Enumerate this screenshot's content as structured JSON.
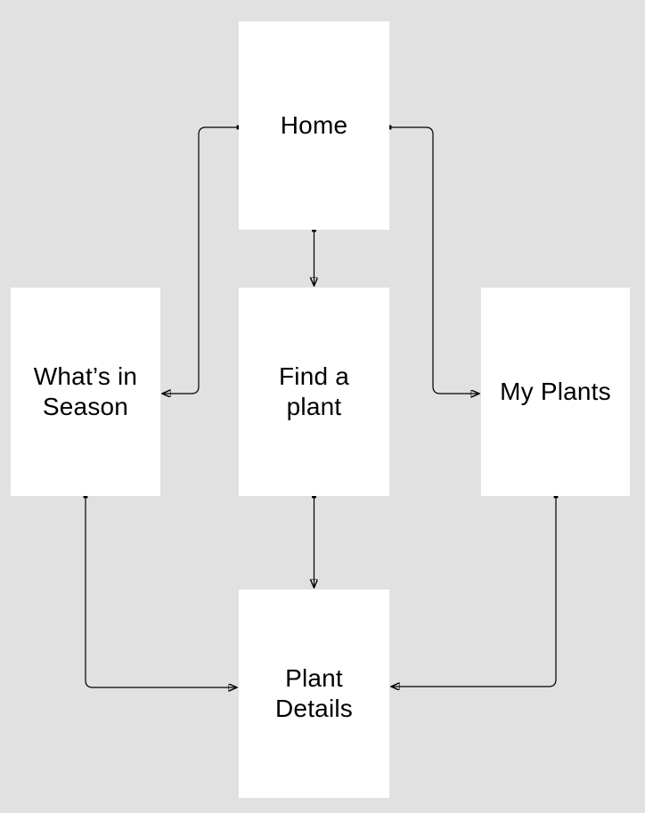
{
  "colors": {
    "background": "#e1e1e1",
    "node_fill": "#ffffff",
    "connector": "#000000",
    "text": "#000000"
  },
  "diagram": {
    "type": "flowchart",
    "nodes": [
      {
        "id": "home",
        "label": "Home"
      },
      {
        "id": "whats-in-season",
        "label": "What’s in Season"
      },
      {
        "id": "find-a-plant",
        "label": "Find a plant"
      },
      {
        "id": "my-plants",
        "label": "My Plants"
      },
      {
        "id": "plant-details",
        "label": "Plant Details"
      }
    ],
    "edges": [
      {
        "from": "Home",
        "to": "What’s in Season"
      },
      {
        "from": "Home",
        "to": "Find a plant"
      },
      {
        "from": "Home",
        "to": "My Plants"
      },
      {
        "from": "Find a plant",
        "to": "Plant Details"
      },
      {
        "from": "What’s in Season",
        "to": "Plant Details"
      },
      {
        "from": "My Plants",
        "to": "Plant Details"
      }
    ]
  }
}
